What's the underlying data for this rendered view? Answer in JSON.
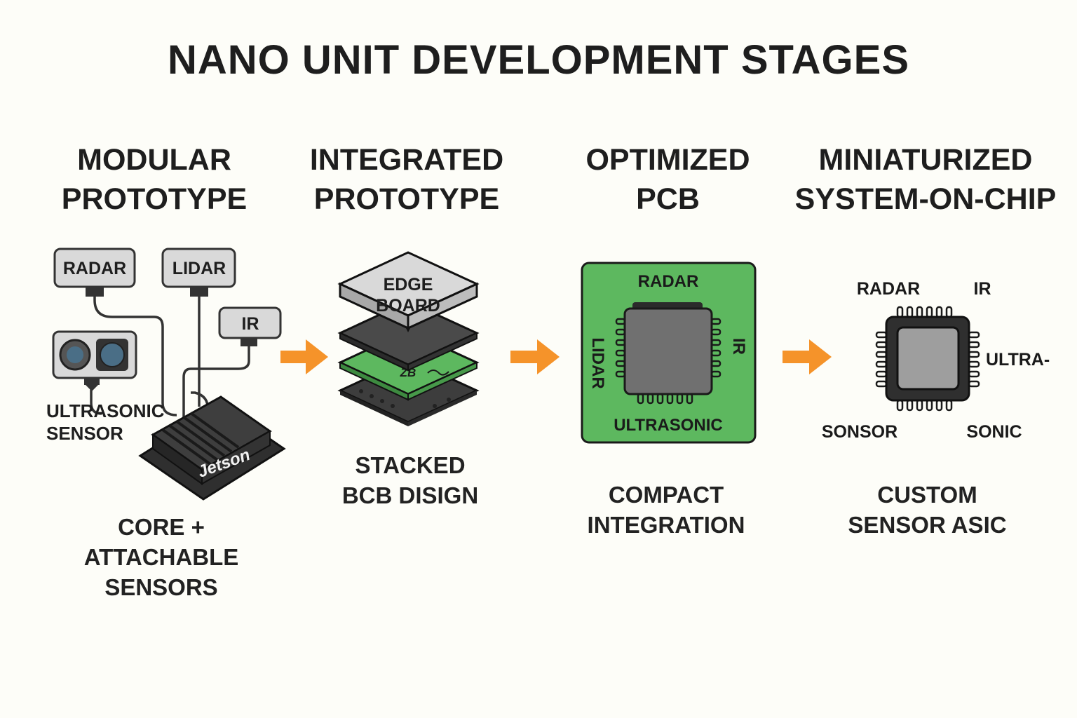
{
  "title": "NANO UNIT DEVELOPMENT STAGES",
  "stages": [
    {
      "title_line1": "MODULAR",
      "title_line2": "PROTOTYPE",
      "caption_line1": "CORE +",
      "caption_line2": "ATTACHABLE",
      "caption_line3": "SENSORS",
      "labels": {
        "radar": "RADAR",
        "lidar": "LIDAR",
        "ir": "IR",
        "ultrasonic_line1": "ULTRASONIC",
        "ultrasonic_line2": "SENSOR",
        "core": "Jetson"
      }
    },
    {
      "title_line1": "INTEGRATED",
      "title_line2": "PROTOTYPE",
      "caption_line1": "STACKED",
      "caption_line2": "BCB DISIGN",
      "labels": {
        "board_line1": "EDGE",
        "board_line2": "BOARD",
        "chip_mark": "ZB"
      }
    },
    {
      "title_line1": "OPTIMIZED",
      "title_line2": "PCB",
      "caption_line1": "COMPACT",
      "caption_line2": "INTEGRATION",
      "labels": {
        "radar": "RADAR",
        "lidar": "LIDAR",
        "ir": "IR",
        "ultrasonic": "ULTRASONIC"
      }
    },
    {
      "title_line1": "MINIATURIZED",
      "title_line2": "SYSTEM-ON-CHIP",
      "caption_line1": "CUSTOM",
      "caption_line2": "SENSOR ASIC",
      "labels": {
        "radar": "RADAR",
        "ir": "IR",
        "ultra": "ULTRA-",
        "sonic": "SONIC",
        "sensor": "SONSOR"
      }
    }
  ],
  "colors": {
    "arrow": "#f5932a",
    "pcb_green": "#5db85f",
    "chip_gray": "#707070",
    "label_box": "#d9d9d9"
  }
}
